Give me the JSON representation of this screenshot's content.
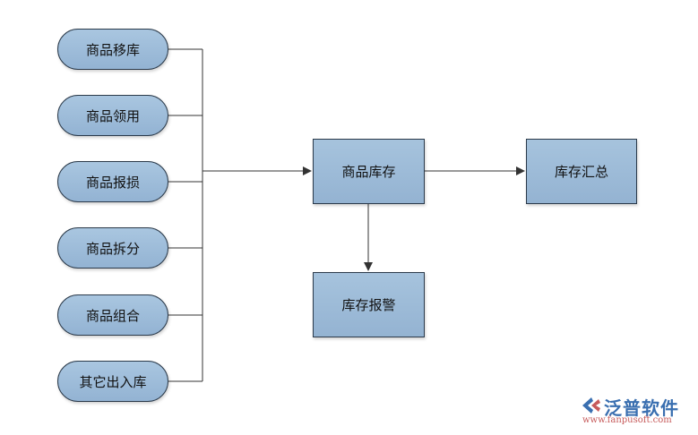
{
  "inputs": [
    {
      "label": "商品移库"
    },
    {
      "label": "商品领用"
    },
    {
      "label": "商品报损"
    },
    {
      "label": "商品拆分"
    },
    {
      "label": "商品组合"
    },
    {
      "label": "其它出入库"
    }
  ],
  "center": {
    "label": "商品库存"
  },
  "summary": {
    "label": "库存汇总"
  },
  "alert": {
    "label": "库存报警"
  },
  "logo": {
    "name": "泛普软件",
    "url": "www.fanpusoft.com"
  },
  "colors": {
    "node_fill": "#9fbedb",
    "stroke": "#2b3a4a",
    "line": "#333333"
  }
}
